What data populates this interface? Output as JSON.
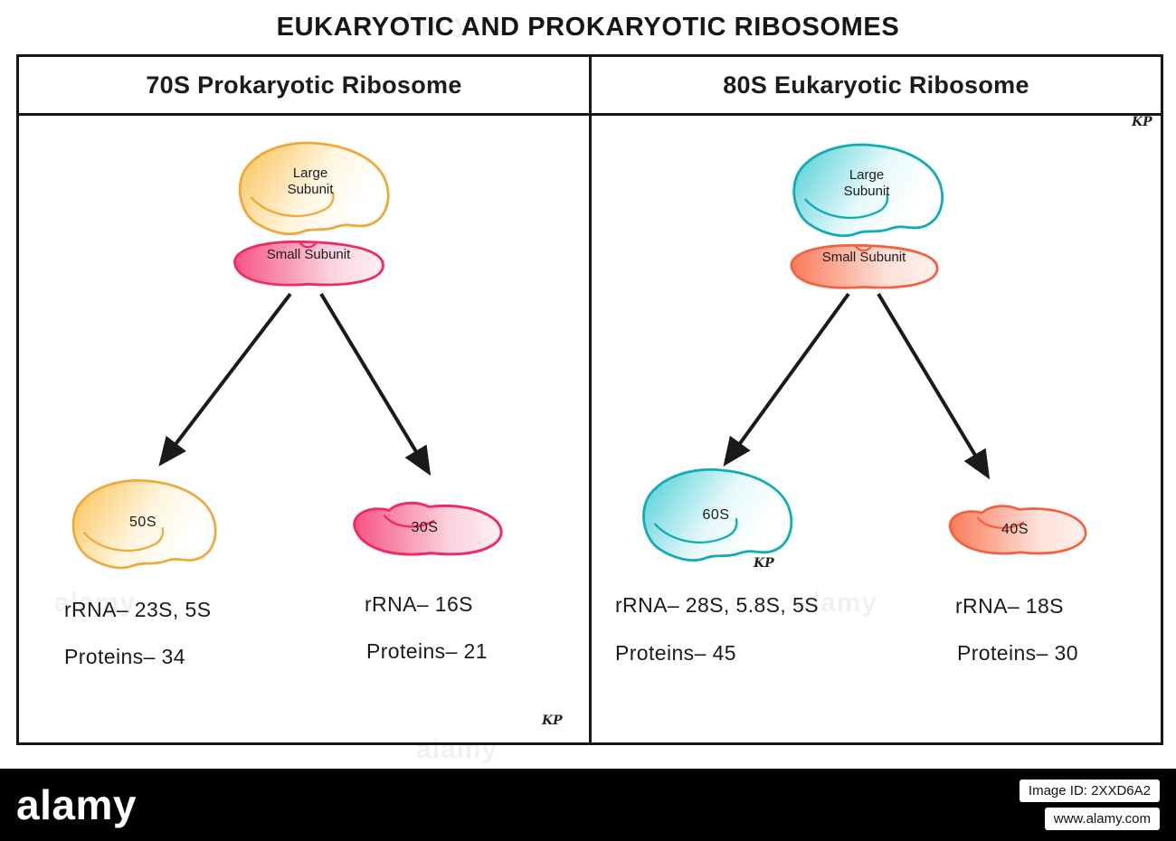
{
  "title": "EUKARYOTIC AND PROKARYOTIC RIBOSOMES",
  "watermark": "alamy",
  "signature": "KP",
  "colors": {
    "prokaryote_large": "#F9C050",
    "prokaryote_large_stroke": "#EFA93B",
    "prokaryote_small": "#F65483",
    "prokaryote_small_stroke": "#EE2C63",
    "eukaryote_large": "#49CDD5",
    "eukaryote_large_stroke": "#12ACB4",
    "eukaryote_small": "#F97B5B",
    "eukaryote_small_stroke": "#F4613F",
    "arrow": "#1a1a1a"
  },
  "panels": [
    {
      "header": "70S Prokaryotic Ribosome",
      "intact": {
        "large_label": "Large Subunit",
        "small_label": "Small Subunit"
      },
      "large": {
        "name": "50S",
        "rrna": "rRNA– 23S, 5S",
        "proteins": "Proteins– 34"
      },
      "small": {
        "name": "30S",
        "rrna": "rRNA– 16S",
        "proteins": "Proteins– 21"
      }
    },
    {
      "header": "80S Eukaryotic Ribosome",
      "intact": {
        "large_label": "Large Subunit",
        "small_label": "Small Subunit"
      },
      "large": {
        "name": "60S",
        "rrna": "rRNA– 28S, 5.8S, 5S",
        "proteins": "Proteins– 45"
      },
      "small": {
        "name": "40S",
        "rrna": "rRNA– 18S",
        "proteins": "Proteins– 30"
      }
    }
  ],
  "footer": {
    "logo": "alamy",
    "image_id": "Image ID: 2XXD6A2",
    "url": "www.alamy.com"
  }
}
